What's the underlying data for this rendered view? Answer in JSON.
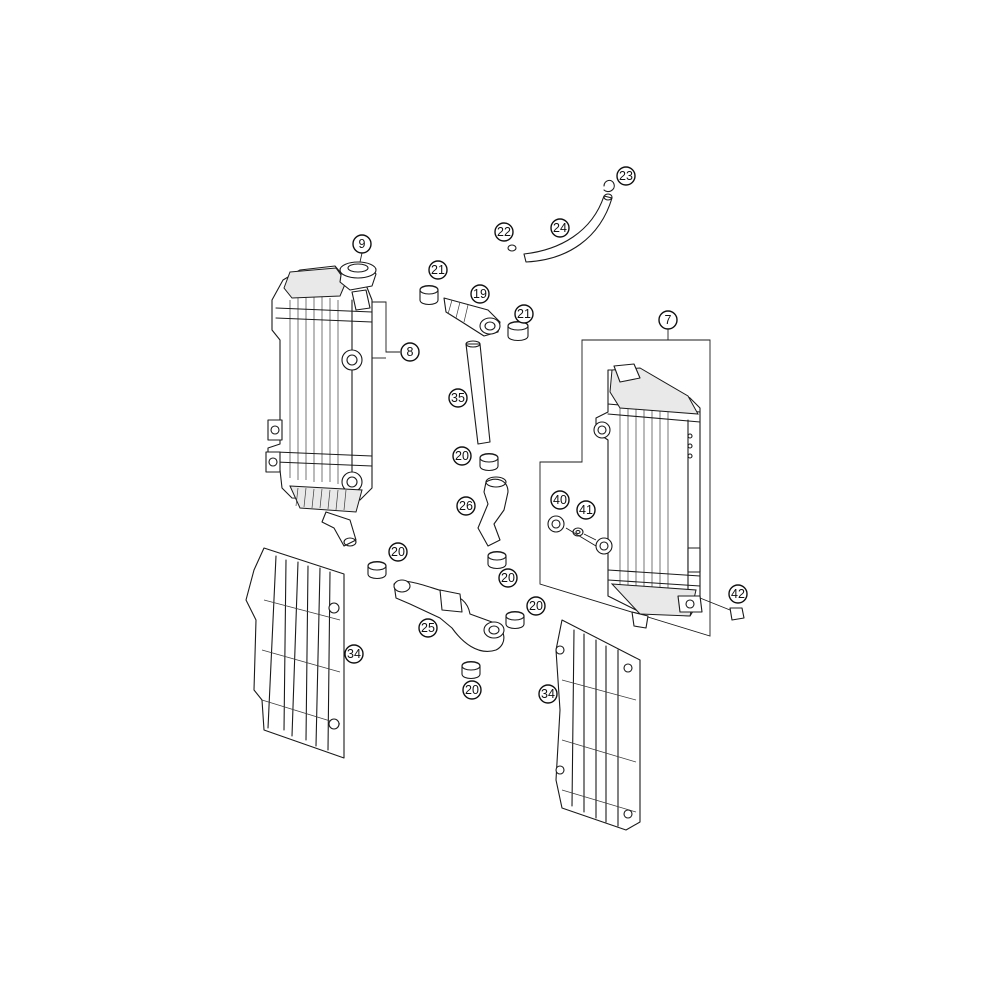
{
  "callouts": {
    "c9": "9",
    "c8": "8",
    "c7": "7",
    "c21a": "21",
    "c19": "19",
    "c21b": "21",
    "c22": "22",
    "c23": "23",
    "c24": "24",
    "c35": "35",
    "c20a": "20",
    "c26": "26",
    "c20b": "20",
    "c20c": "20",
    "c20d": "20",
    "c20e": "20",
    "c25": "25",
    "c40": "40",
    "c41": "41",
    "c42": "42",
    "c34a": "34",
    "c34b": "34"
  }
}
